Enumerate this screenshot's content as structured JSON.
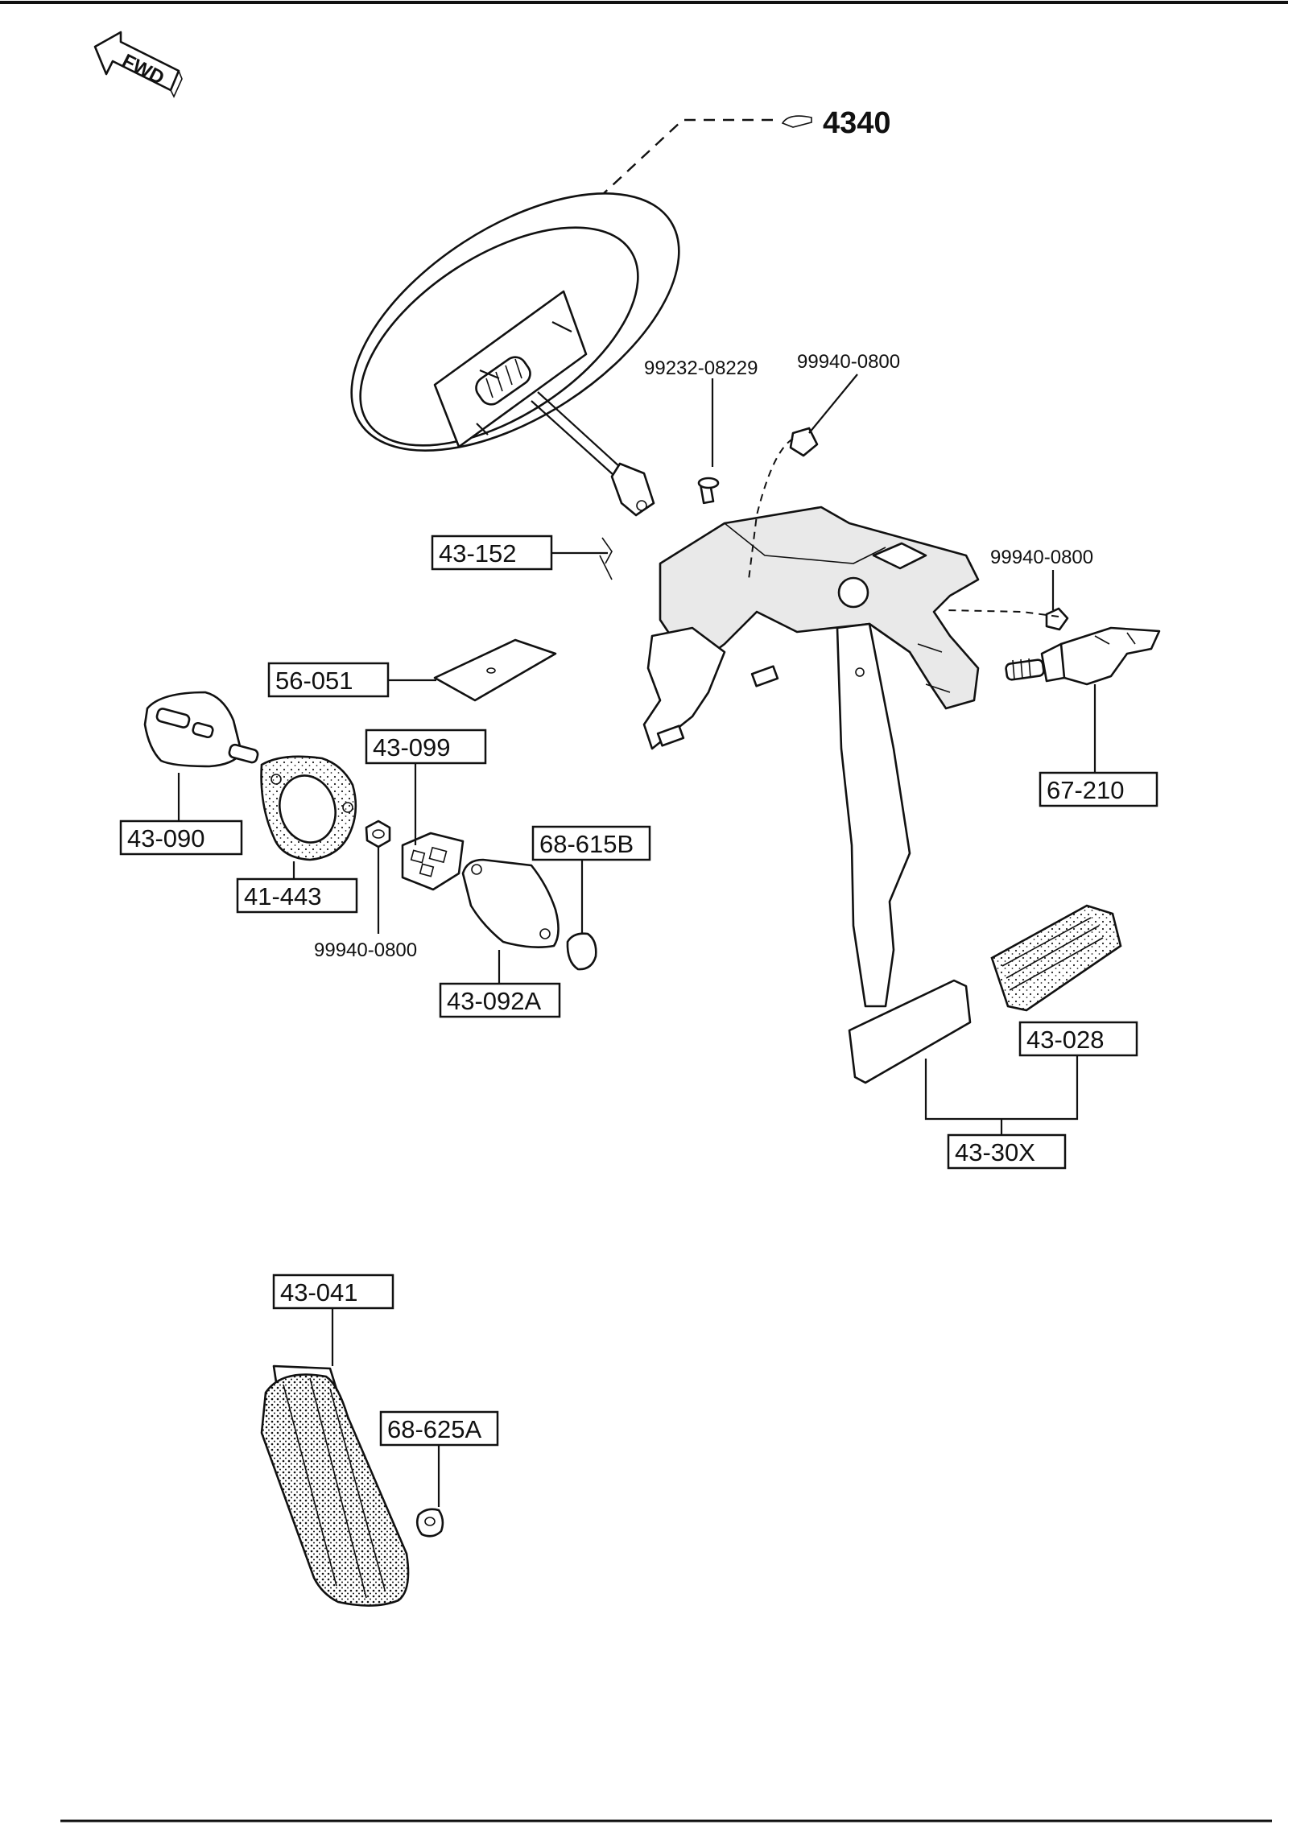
{
  "direction_badge": {
    "label": "FWD"
  },
  "reference": {
    "number": "4340"
  },
  "callouts": {
    "c_43_152": "43-152",
    "c_56_051": "56-051",
    "c_43_099": "43-099",
    "c_43_090": "43-090",
    "c_41_443": "41-443",
    "c_68_615b": "68-615B",
    "c_43_092a": "43-092A",
    "c_67_210": "67-210",
    "c_43_028": "43-028",
    "c_43_30x": "43-30X",
    "c_43_041": "43-041",
    "c_68_625a": "68-625A"
  },
  "plain_labels": {
    "p_99232_08229": "99232-08229",
    "p_99940_0800_top": "99940-0800",
    "p_99940_0800_right": "99940-0800",
    "p_99940_0800_left": "99940-0800"
  }
}
